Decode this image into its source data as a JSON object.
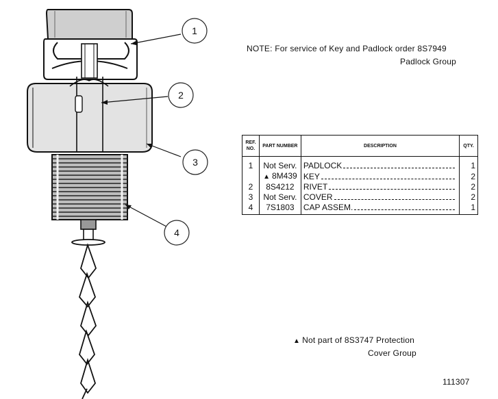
{
  "note": {
    "line1": "NOTE: For service of Key and Padlock order 8S7949",
    "line2": "Padlock Group"
  },
  "table": {
    "headers": {
      "ref": "REF. NO.",
      "part": "PART NUMBER",
      "description": "DESCRIPTION",
      "qty": "QTY."
    },
    "rows": [
      {
        "ref": "1",
        "part": "Not Serv.",
        "description": "PADLOCK",
        "qty": "1",
        "marked": false
      },
      {
        "ref": "",
        "part": "8M439",
        "description": "KEY",
        "qty": "2",
        "marked": true
      },
      {
        "ref": "2",
        "part": "8S4212",
        "description": "RIVET",
        "qty": "2",
        "marked": false
      },
      {
        "ref": "3",
        "part": "Not Serv.",
        "description": "COVER",
        "qty": "2",
        "marked": false
      },
      {
        "ref": "4",
        "part": "7S1803",
        "description": "CAP ASSEM.",
        "qty": "1",
        "marked": false
      }
    ]
  },
  "callouts": [
    "1",
    "2",
    "3",
    "4"
  ],
  "footnote": {
    "marker_icon": "triangle-marker-icon",
    "line1": "Not part of 8S3747 Protection",
    "line2": "Cover Group"
  },
  "figure_number": "111307"
}
